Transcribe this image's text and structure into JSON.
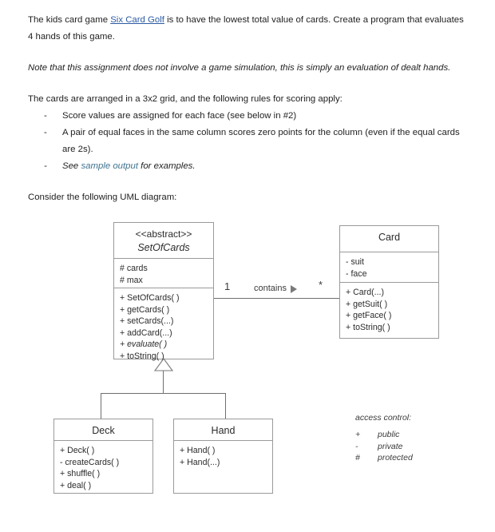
{
  "document": {
    "paragraphs": [
      {
        "id": "intro",
        "before": "The kids card game ",
        "link": "Six Card Golf",
        "after": " is to have the lowest total value of cards.  Create a program that evaluates 4 hands of this game."
      },
      {
        "id": "note",
        "text": "Note that this assignment does not involve a game simulation, this is simply an evaluation of dealt hands."
      },
      {
        "id": "rules-lead",
        "text": "The cards are arranged in a 3x2 grid, and the following rules for scoring apply:"
      },
      {
        "id": "uml-lead",
        "text": "Consider the following UML diagram:"
      }
    ],
    "bullet_marker": "-",
    "rules": [
      {
        "text": "Score values are assigned for each face (see below in #2)"
      },
      {
        "text": "A pair of equal faces in the same column scores zero points for the column (even if the equal cards are 2s)."
      },
      {
        "before": "See ",
        "link": "sample output",
        "after": " for examples."
      }
    ]
  },
  "uml": {
    "classes": [
      {
        "id": "setofcards",
        "stereotype": "<<abstract>>",
        "name": "SetOfCards",
        "attributes": [
          "# cards",
          "# max"
        ],
        "methods": [
          {
            "text": "+ SetOfCards( )",
            "abstract": false
          },
          {
            "text": "+ getCards( )",
            "abstract": false
          },
          {
            "text": "+ setCards(...)",
            "abstract": false
          },
          {
            "text": "+ addCard(...)",
            "abstract": false
          },
          {
            "text": "+ evaluate( )",
            "abstract": true
          },
          {
            "text": "+ toString( )",
            "abstract": false
          }
        ]
      },
      {
        "id": "card",
        "stereotype": "",
        "name": "Card",
        "attributes": [
          "- suit",
          "- face"
        ],
        "methods": [
          {
            "text": "+ Card(...)",
            "abstract": false
          },
          {
            "text": "+ getSuit( )",
            "abstract": false
          },
          {
            "text": "+ getFace( )",
            "abstract": false
          },
          {
            "text": "+ toString( )",
            "abstract": false
          }
        ]
      },
      {
        "id": "deck",
        "stereotype": "",
        "name": "Deck",
        "attributes": [],
        "methods": [
          {
            "text": "+ Deck( )",
            "abstract": false
          },
          {
            "text": "- createCards( )",
            "abstract": false
          },
          {
            "text": "+ shuffle( )",
            "abstract": false
          },
          {
            "text": "+ deal( )",
            "abstract": false
          }
        ]
      },
      {
        "id": "hand",
        "stereotype": "",
        "name": "Hand",
        "attributes": [],
        "methods": [
          {
            "text": "+ Hand( )",
            "abstract": false
          },
          {
            "text": "+ Hand(...)",
            "abstract": false
          }
        ]
      }
    ],
    "association": {
      "label": "contains",
      "source_multiplicity": "1",
      "target_multiplicity": "*",
      "arrow": "filled-triangle-right"
    },
    "legend": {
      "title": "access control:",
      "rows": [
        {
          "symbol": "+",
          "meaning": "public"
        },
        {
          "symbol": "-",
          "meaning": "private"
        },
        {
          "symbol": "#",
          "meaning": "protected"
        }
      ]
    }
  },
  "colors": {
    "link": "#2d5ba4",
    "soft_link": "#3f7391",
    "box_border": "#9a9a9a",
    "connector": "#6f6f6f",
    "text": "#1f1f1f"
  }
}
